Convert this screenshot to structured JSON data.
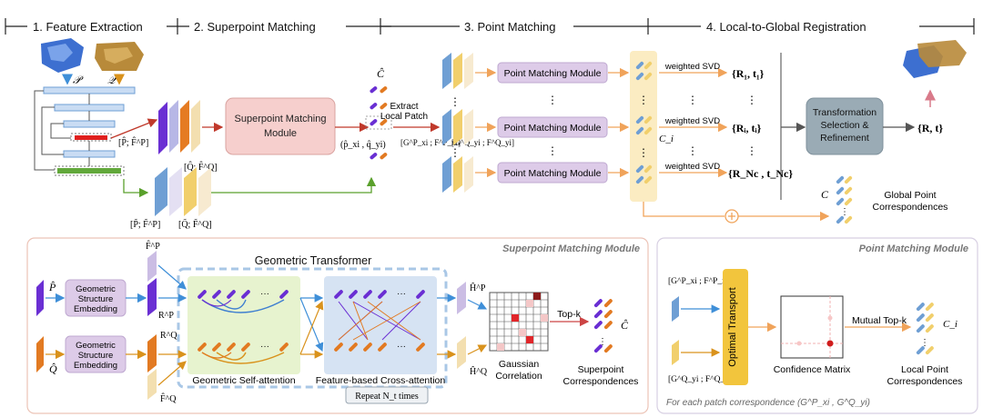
{
  "stages": [
    {
      "label": "1. Feature Extraction"
    },
    {
      "label": "2. Superpoint Matching"
    },
    {
      "label": "3. Point Matching"
    },
    {
      "label": "4. Local-to-Global Registration"
    }
  ],
  "top": {
    "p_label": "𝒫",
    "q_label": "𝒬",
    "superpoint_module": [
      "Superpoint Matching",
      "Module"
    ],
    "feat_p_hat": "[P̂; F̂^P]",
    "feat_q_hat": "[Q̂; F̂^Q]",
    "feat_p_tilde": "[P̃; F̃^P]",
    "feat_q_tilde": "[Q̃; F̃^Q]",
    "c_hat": "Ĉ",
    "extract_patch": [
      "Extract",
      "Local Patch"
    ],
    "pair": "(p̂_xi , q̂_yi)",
    "patch_p": "[G^P_xi ; F^P_xi]",
    "patch_q": "[G^Q_yi ; F^Q_yi]",
    "point_matching_module": "Point Matching Module",
    "ci": "C_i",
    "weighted_svd": "weighted SVD",
    "rt_1": "{R₁, t₁}",
    "rt_i": "{Rᵢ, tᵢ}",
    "rt_n": "{R_Nc , t_Nc}",
    "vdots": "⋮",
    "transformation": [
      "Transformation",
      "Selection &",
      "Refinement"
    ],
    "rt_final": "{R, t}",
    "c_global": "C",
    "global_corr": [
      "Global Point",
      "Correspondences"
    ]
  },
  "superpoint_panel": {
    "title": "Superpoint Matching Module",
    "geo_transformer": "Geometric Transformer",
    "p_hat": "P̂",
    "q_hat": "Q̂",
    "gse": [
      "Geometric",
      "Structure",
      "Embedding"
    ],
    "f_p": "F̂^P",
    "f_q": "F̂^Q",
    "r_p": "R^P",
    "r_q": "R^Q",
    "self_attn": "Geometric Self-attention",
    "cross_attn": "Feature-based Cross-attention",
    "repeat": "Repeat N_t times",
    "h_p": "Ĥ^P",
    "h_q": "Ĥ^Q",
    "gaussian": [
      "Gaussian",
      "Correlation"
    ],
    "topk": "Top-k",
    "c_hat": "Ĉ",
    "sp_corr": [
      "Superpoint",
      "Correspondences"
    ],
    "dots": "···"
  },
  "point_panel": {
    "title": "Point Matching Module",
    "patch_p": "[G^P_xi ; F^P_xi]",
    "patch_q": "[G^Q_yi ; F^Q_yi]",
    "ot": "Optimal Transport",
    "confidence": "Confidence Matrix",
    "mutual_topk": "Mutual Top-k",
    "ci": "C_i",
    "local_corr": [
      "Local Point",
      "Correspondences"
    ],
    "footnote": "For each patch correspondence (G^P_xi , G^Q_yi)"
  },
  "colors": {
    "pink_module": "#f6cfcd",
    "purple_module": "#ddcbe8",
    "gray_module": "#9aabb5",
    "panel_border_left": "#ecc3b6",
    "panel_border_right": "#d7cfe2",
    "blue": "#6f9fd4",
    "purple": "#6a2fd3",
    "orange": "#e27a22",
    "yellow": "#f1cf6c",
    "green_bar": "#62a83b",
    "red_bar": "#e0201e",
    "corr_bg": "#fbecc2"
  }
}
